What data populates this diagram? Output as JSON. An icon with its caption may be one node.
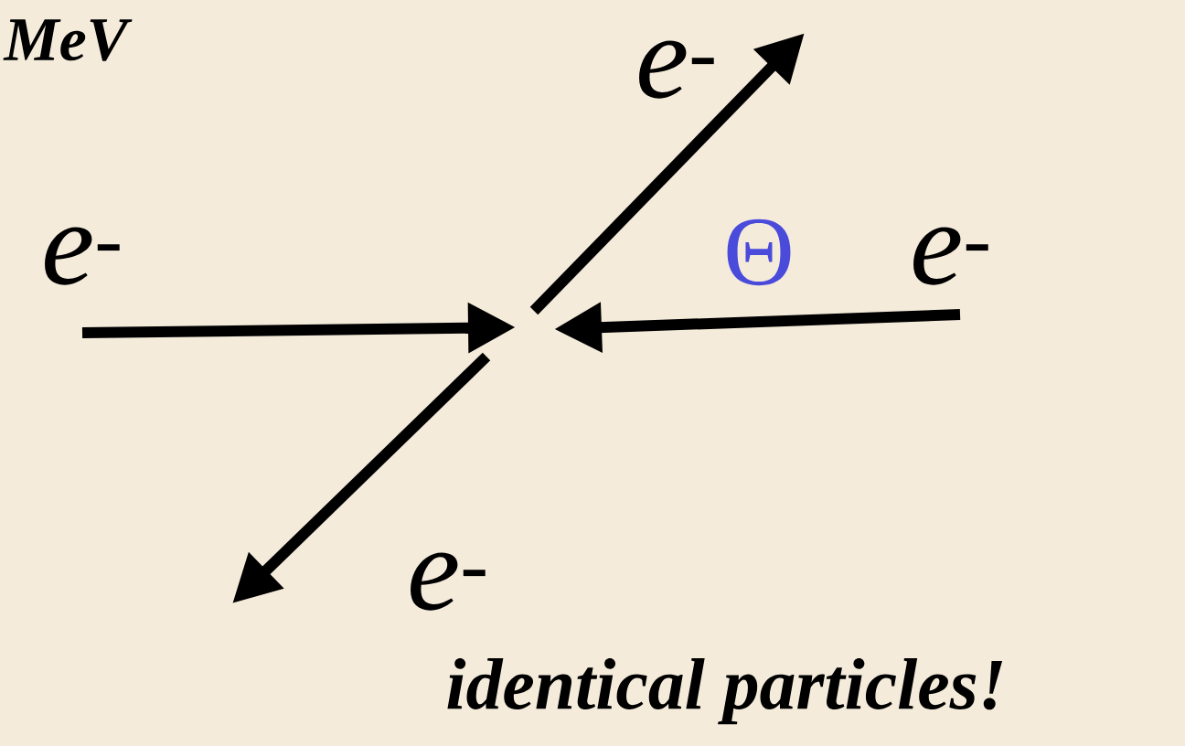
{
  "diagram": {
    "labels": [
      "MeV",
      "e$^{-}$",
      "e$^{-}$",
      "Θ",
      "e$^{-}$",
      "e$^{-}$",
      "identical particles!"
    ]
  }
}
